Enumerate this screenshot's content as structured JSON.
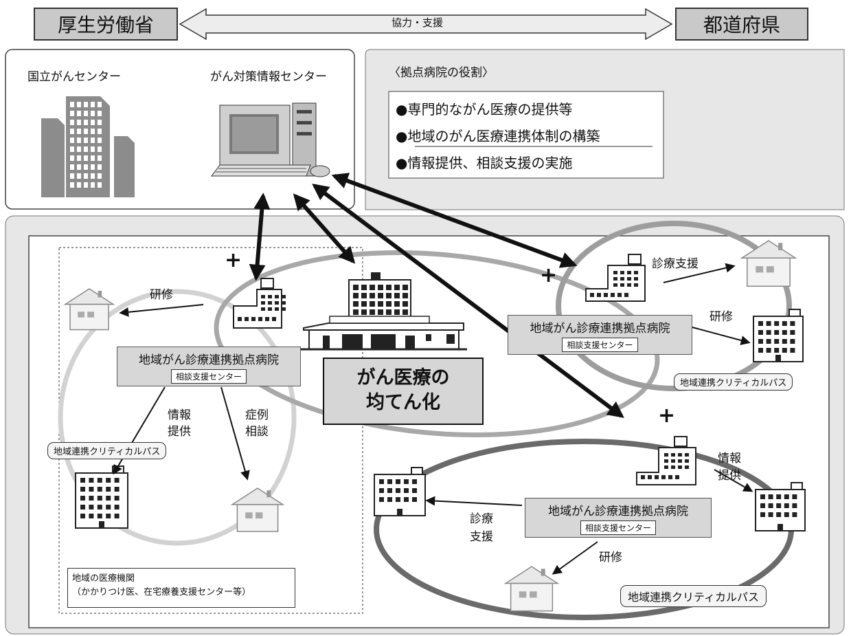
{
  "header": {
    "left": "厚生労働省",
    "right": "都道府県",
    "arrow_label": "協力・支援"
  },
  "national": {
    "ncc": "国立がんセンター",
    "info_center": "がん対策情報センター"
  },
  "roles": {
    "title": "〈拠点病院の役割〉",
    "items": [
      "●専門的ながん医療の提供等",
      "●地域のがん医療連携体制の構築",
      "●情報提供、相談支援の実施"
    ]
  },
  "center_label": {
    "line1": "がん医療の",
    "line2": "均てん化"
  },
  "hospital": {
    "name": "地域がん診療連携拠点病院",
    "sub": "相談支援センター"
  },
  "labels": {
    "kenshu": "研修",
    "shinryo_shien": "診療支援",
    "shinryo": "診療",
    "shien": "支援",
    "joho": "情報",
    "teikyo": "提供",
    "shorei": "症例",
    "sodan": "相談",
    "plus": "+"
  },
  "critical_path": "地域連携クリティカルパス",
  "local": {
    "line1": "地域の医療機関",
    "line2": "（かかりつけ医、在宅療養支援センター等）"
  },
  "colors": {
    "header_fill": "#c9c9c9",
    "panel_fill": "#e7e7e7",
    "dark_ellipse": "#6a6a6a",
    "mid_ellipse": "#a8a8a8",
    "light_ellipse": "#d2d2d2"
  }
}
